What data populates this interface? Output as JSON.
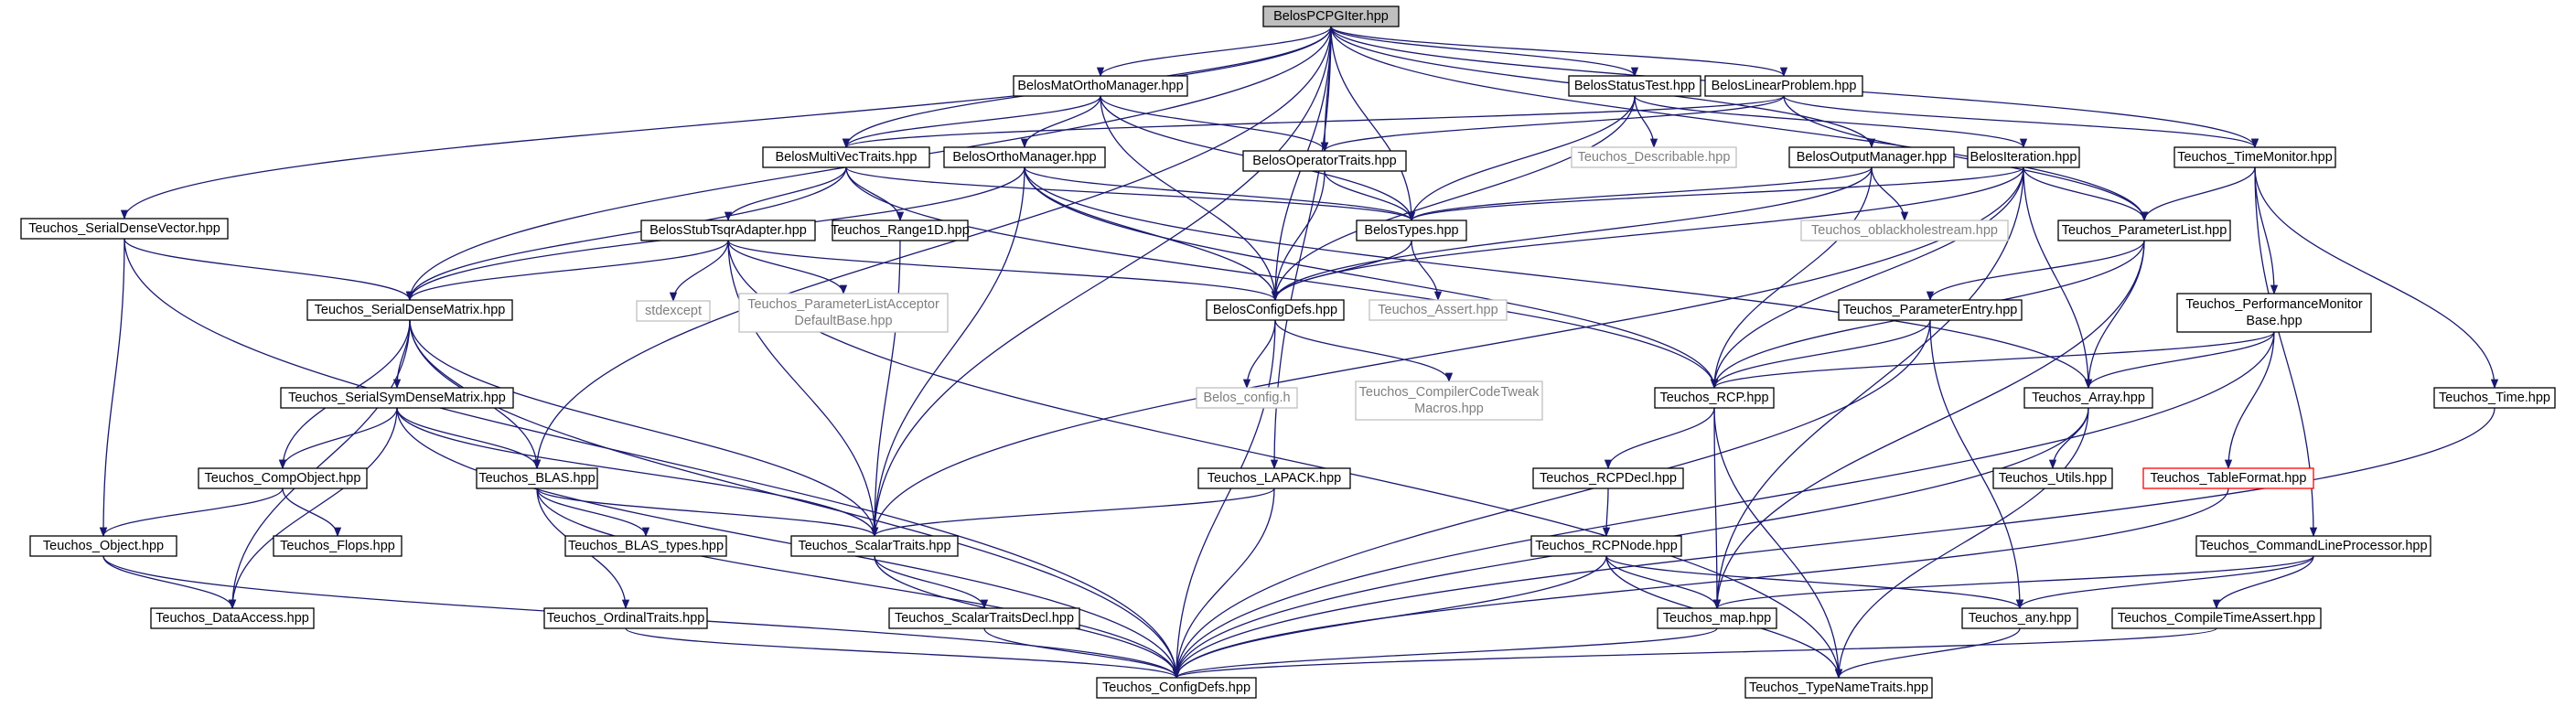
{
  "diagram": {
    "colors": {
      "edge": "#191970",
      "node_border": "#000000",
      "external_border": "#bfbfbf",
      "external_text": "#7f7f7f",
      "warn_border": "#ff0000",
      "root_fill": "#bfbfbf",
      "node_fill": "#ffffff",
      "text": "#000000"
    },
    "nodes": [
      {
        "id": "pcpgiter",
        "lines": [
          "BelosPCPGIter.hpp"
        ],
        "style": "root"
      },
      {
        "id": "matortho",
        "lines": [
          "BelosMatOrthoManager.hpp"
        ],
        "style": "normal"
      },
      {
        "id": "statustest",
        "lines": [
          "BelosStatusTest.hpp"
        ],
        "style": "normal"
      },
      {
        "id": "linearproblem",
        "lines": [
          "BelosLinearProblem.hpp"
        ],
        "style": "normal"
      },
      {
        "id": "multivec",
        "lines": [
          "BelosMultiVecTraits.hpp"
        ],
        "style": "normal"
      },
      {
        "id": "orthomanager",
        "lines": [
          "BelosOrthoManager.hpp"
        ],
        "style": "normal"
      },
      {
        "id": "operatortraits",
        "lines": [
          "BelosOperatorTraits.hpp"
        ],
        "style": "normal"
      },
      {
        "id": "describable",
        "lines": [
          "Teuchos_Describable.hpp"
        ],
        "style": "external"
      },
      {
        "id": "outputmanager",
        "lines": [
          "BelosOutputManager.hpp"
        ],
        "style": "normal"
      },
      {
        "id": "iteration",
        "lines": [
          "BelosIteration.hpp"
        ],
        "style": "normal"
      },
      {
        "id": "timemonitor",
        "lines": [
          "Teuchos_TimeMonitor.hpp"
        ],
        "style": "normal"
      },
      {
        "id": "sdvector",
        "lines": [
          "Teuchos_SerialDenseVector.hpp"
        ],
        "style": "normal"
      },
      {
        "id": "range1d",
        "lines": [
          "Teuchos_Range1D.hpp"
        ],
        "style": "normal"
      },
      {
        "id": "stubtsqr",
        "lines": [
          "BelosStubTsqrAdapter.hpp"
        ],
        "style": "normal"
      },
      {
        "id": "belostypes",
        "lines": [
          "BelosTypes.hpp"
        ],
        "style": "normal"
      },
      {
        "id": "blackhole",
        "lines": [
          "Teuchos_oblackholestream.hpp"
        ],
        "style": "external"
      },
      {
        "id": "paramlist",
        "lines": [
          "Teuchos_ParameterList.hpp"
        ],
        "style": "normal"
      },
      {
        "id": "sdmatrix",
        "lines": [
          "Teuchos_SerialDenseMatrix.hpp"
        ],
        "style": "normal"
      },
      {
        "id": "stdexcept",
        "lines": [
          "stdexcept"
        ],
        "style": "external"
      },
      {
        "id": "placcept",
        "lines": [
          "Teuchos_ParameterListAcceptor",
          "DefaultBase.hpp"
        ],
        "style": "external"
      },
      {
        "id": "configdefs",
        "lines": [
          "BelosConfigDefs.hpp"
        ],
        "style": "normal"
      },
      {
        "id": "assert",
        "lines": [
          "Teuchos_Assert.hpp"
        ],
        "style": "external"
      },
      {
        "id": "paramentry",
        "lines": [
          "Teuchos_ParameterEntry.hpp"
        ],
        "style": "normal"
      },
      {
        "id": "perfmon",
        "lines": [
          "Teuchos_PerformanceMonitor",
          "Base.hpp"
        ],
        "style": "normal"
      },
      {
        "id": "symdense",
        "lines": [
          "Teuchos_SerialSymDenseMatrix.hpp"
        ],
        "style": "normal"
      },
      {
        "id": "belosconfig",
        "lines": [
          "Belos_config.h"
        ],
        "style": "external"
      },
      {
        "id": "compilertweak",
        "lines": [
          "Teuchos_CompilerCodeTweak",
          "Macros.hpp"
        ],
        "style": "external"
      },
      {
        "id": "rcp",
        "lines": [
          "Teuchos_RCP.hpp"
        ],
        "style": "normal"
      },
      {
        "id": "array",
        "lines": [
          "Teuchos_Array.hpp"
        ],
        "style": "normal"
      },
      {
        "id": "time",
        "lines": [
          "Teuchos_Time.hpp"
        ],
        "style": "normal"
      },
      {
        "id": "compobject",
        "lines": [
          "Teuchos_CompObject.hpp"
        ],
        "style": "normal"
      },
      {
        "id": "blas",
        "lines": [
          "Teuchos_BLAS.hpp"
        ],
        "style": "normal"
      },
      {
        "id": "lapack",
        "lines": [
          "Teuchos_LAPACK.hpp"
        ],
        "style": "normal"
      },
      {
        "id": "rcpdecl",
        "lines": [
          "Teuchos_RCPDecl.hpp"
        ],
        "style": "normal"
      },
      {
        "id": "utils",
        "lines": [
          "Teuchos_Utils.hpp"
        ],
        "style": "normal"
      },
      {
        "id": "tableformat",
        "lines": [
          "Teuchos_TableFormat.hpp"
        ],
        "style": "warn"
      },
      {
        "id": "object",
        "lines": [
          "Teuchos_Object.hpp"
        ],
        "style": "normal"
      },
      {
        "id": "flops",
        "lines": [
          "Teuchos_Flops.hpp"
        ],
        "style": "normal"
      },
      {
        "id": "blastypes",
        "lines": [
          "Teuchos_BLAS_types.hpp"
        ],
        "style": "normal"
      },
      {
        "id": "scalartraits",
        "lines": [
          "Teuchos_ScalarTraits.hpp"
        ],
        "style": "normal"
      },
      {
        "id": "rcpnode",
        "lines": [
          "Teuchos_RCPNode.hpp"
        ],
        "style": "normal"
      },
      {
        "id": "cmdline",
        "lines": [
          "Teuchos_CommandLineProcessor.hpp"
        ],
        "style": "normal"
      },
      {
        "id": "dataaccess",
        "lines": [
          "Teuchos_DataAccess.hpp"
        ],
        "style": "normal"
      },
      {
        "id": "ordinaltraits",
        "lines": [
          "Teuchos_OrdinalTraits.hpp"
        ],
        "style": "normal"
      },
      {
        "id": "scalartraitsdecl",
        "lines": [
          "Teuchos_ScalarTraitsDecl.hpp"
        ],
        "style": "normal"
      },
      {
        "id": "map",
        "lines": [
          "Teuchos_map.hpp"
        ],
        "style": "normal"
      },
      {
        "id": "any",
        "lines": [
          "Teuchos_any.hpp"
        ],
        "style": "normal"
      },
      {
        "id": "compiletimeassert",
        "lines": [
          "Teuchos_CompileTimeAssert.hpp"
        ],
        "style": "normal"
      },
      {
        "id": "teuchosconfigdefs",
        "lines": [
          "Teuchos_ConfigDefs.hpp"
        ],
        "style": "normal"
      },
      {
        "id": "typenametraits",
        "lines": [
          "Teuchos_TypeNameTraits.hpp"
        ],
        "style": "normal"
      }
    ],
    "edges": [
      [
        "pcpgiter",
        "matortho"
      ],
      [
        "pcpgiter",
        "statustest"
      ],
      [
        "pcpgiter",
        "linearproblem"
      ],
      [
        "pcpgiter",
        "multivec"
      ],
      [
        "pcpgiter",
        "operatortraits"
      ],
      [
        "pcpgiter",
        "outputmanager"
      ],
      [
        "pcpgiter",
        "belostypes"
      ],
      [
        "pcpgiter",
        "configdefs"
      ],
      [
        "pcpgiter",
        "paramlist"
      ],
      [
        "pcpgiter",
        "timemonitor"
      ],
      [
        "pcpgiter",
        "sdvector"
      ],
      [
        "pcpgiter",
        "sdmatrix"
      ],
      [
        "pcpgiter",
        "blas"
      ],
      [
        "pcpgiter",
        "lapack"
      ],
      [
        "pcpgiter",
        "scalartraits"
      ],
      [
        "matortho",
        "orthomanager"
      ],
      [
        "matortho",
        "multivec"
      ],
      [
        "matortho",
        "operatortraits"
      ],
      [
        "matortho",
        "belostypes"
      ],
      [
        "matortho",
        "configdefs"
      ],
      [
        "statustest",
        "belostypes"
      ],
      [
        "statustest",
        "describable"
      ],
      [
        "statustest",
        "configdefs"
      ],
      [
        "statustest",
        "iteration"
      ],
      [
        "linearproblem",
        "multivec"
      ],
      [
        "linearproblem",
        "operatortraits"
      ],
      [
        "linearproblem",
        "timemonitor"
      ],
      [
        "linearproblem",
        "paramlist"
      ],
      [
        "multivec",
        "belostypes"
      ],
      [
        "multivec",
        "stubtsqr"
      ],
      [
        "multivec",
        "range1d"
      ],
      [
        "multivec",
        "sdmatrix"
      ],
      [
        "multivec",
        "rcp"
      ],
      [
        "orthomanager",
        "belostypes"
      ],
      [
        "orthomanager",
        "configdefs"
      ],
      [
        "orthomanager",
        "sdmatrix"
      ],
      [
        "orthomanager",
        "scalartraits"
      ],
      [
        "orthomanager",
        "rcp"
      ],
      [
        "orthomanager",
        "array"
      ],
      [
        "operatortraits",
        "belostypes"
      ],
      [
        "operatortraits",
        "configdefs"
      ],
      [
        "outputmanager",
        "belostypes"
      ],
      [
        "outputmanager",
        "blackhole"
      ],
      [
        "outputmanager",
        "configdefs"
      ],
      [
        "outputmanager",
        "rcp"
      ],
      [
        "iteration",
        "belostypes"
      ],
      [
        "iteration",
        "paramlist"
      ],
      [
        "iteration",
        "configdefs"
      ],
      [
        "iteration",
        "rcp"
      ],
      [
        "iteration",
        "array"
      ],
      [
        "iteration",
        "map"
      ],
      [
        "iteration",
        "scalartraits"
      ],
      [
        "timemonitor",
        "paramlist"
      ],
      [
        "timemonitor",
        "perfmon"
      ],
      [
        "timemonitor",
        "time"
      ],
      [
        "timemonitor",
        "cmdline"
      ],
      [
        "sdvector",
        "sdmatrix"
      ],
      [
        "sdvector",
        "object"
      ],
      [
        "sdvector",
        "teuchosconfigdefs"
      ],
      [
        "range1d",
        "scalartraits"
      ],
      [
        "stubtsqr",
        "sdmatrix"
      ],
      [
        "stubtsqr",
        "stdexcept"
      ],
      [
        "stubtsqr",
        "placcept"
      ],
      [
        "stubtsqr",
        "configdefs"
      ],
      [
        "stubtsqr",
        "scalartraits"
      ],
      [
        "stubtsqr",
        "typenametraits"
      ],
      [
        "belostypes",
        "configdefs"
      ],
      [
        "belostypes",
        "assert"
      ],
      [
        "paramlist",
        "paramentry"
      ],
      [
        "paramlist",
        "rcp"
      ],
      [
        "paramlist",
        "array"
      ],
      [
        "paramlist",
        "map"
      ],
      [
        "sdmatrix",
        "symdense"
      ],
      [
        "sdmatrix",
        "compobject"
      ],
      [
        "sdmatrix",
        "blas"
      ],
      [
        "sdmatrix",
        "scalartraits"
      ],
      [
        "sdmatrix",
        "dataaccess"
      ],
      [
        "sdmatrix",
        "teuchosconfigdefs"
      ],
      [
        "configdefs",
        "belosconfig"
      ],
      [
        "configdefs",
        "compilertweak"
      ],
      [
        "configdefs",
        "teuchosconfigdefs"
      ],
      [
        "paramentry",
        "rcp"
      ],
      [
        "paramentry",
        "any"
      ],
      [
        "paramentry",
        "teuchosconfigdefs"
      ],
      [
        "perfmon",
        "rcp"
      ],
      [
        "perfmon",
        "array"
      ],
      [
        "perfmon",
        "tableformat"
      ],
      [
        "perfmon",
        "teuchosconfigdefs"
      ],
      [
        "symdense",
        "compobject"
      ],
      [
        "symdense",
        "blas"
      ],
      [
        "symdense",
        "scalartraits"
      ],
      [
        "symdense",
        "dataaccess"
      ],
      [
        "symdense",
        "teuchosconfigdefs"
      ],
      [
        "rcp",
        "rcpdecl"
      ],
      [
        "rcp",
        "map"
      ],
      [
        "rcp",
        "typenametraits"
      ],
      [
        "array",
        "utils"
      ],
      [
        "array",
        "teuchosconfigdefs"
      ],
      [
        "array",
        "typenametraits"
      ],
      [
        "time",
        "teuchosconfigdefs"
      ],
      [
        "compobject",
        "object"
      ],
      [
        "compobject",
        "flops"
      ],
      [
        "blas",
        "blastypes"
      ],
      [
        "blas",
        "scalartraits"
      ],
      [
        "blas",
        "ordinaltraits"
      ],
      [
        "blas",
        "teuchosconfigdefs"
      ],
      [
        "lapack",
        "scalartraits"
      ],
      [
        "lapack",
        "teuchosconfigdefs"
      ],
      [
        "rcpdecl",
        "rcpnode"
      ],
      [
        "tableformat",
        "teuchosconfigdefs"
      ],
      [
        "object",
        "dataaccess"
      ],
      [
        "object",
        "teuchosconfigdefs"
      ],
      [
        "scalartraits",
        "scalartraitsdecl"
      ],
      [
        "scalartraits",
        "teuchosconfigdefs"
      ],
      [
        "rcpnode",
        "map"
      ],
      [
        "rcpnode",
        "any"
      ],
      [
        "rcpnode",
        "teuchosconfigdefs"
      ],
      [
        "rcpnode",
        "typenametraits"
      ],
      [
        "cmdline",
        "map"
      ],
      [
        "cmdline",
        "any"
      ],
      [
        "cmdline",
        "compiletimeassert"
      ],
      [
        "ordinaltraits",
        "teuchosconfigdefs"
      ],
      [
        "scalartraitsdecl",
        "teuchosconfigdefs"
      ],
      [
        "map",
        "teuchosconfigdefs"
      ],
      [
        "any",
        "typenametraits"
      ],
      [
        "compiletimeassert",
        "teuchosconfigdefs"
      ]
    ]
  }
}
